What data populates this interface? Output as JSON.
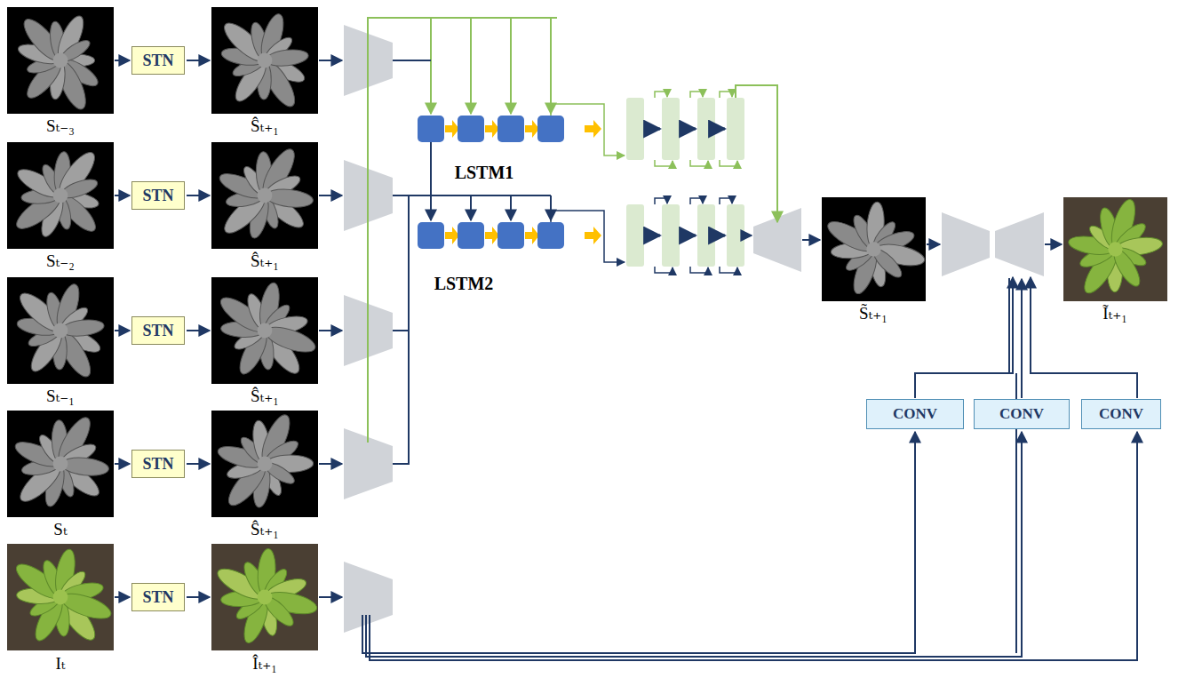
{
  "diagram": {
    "nodes": [
      {
        "text": [
          "STN"
        ]
      },
      {
        "text": [
          "STN"
        ]
      },
      {
        "text": [
          "STN"
        ]
      },
      {
        "text": [
          "STN"
        ]
      },
      {
        "text": [
          "STN"
        ]
      },
      {
        "text": [
          "CONV"
        ]
      },
      {
        "text": [
          "CONV"
        ]
      },
      {
        "text": [
          "CONV"
        ]
      }
    ],
    "labels": [
      "Sₜ₋₃",
      "Ŝₜ₊₁",
      "Sₜ₋₂",
      "Ŝₜ₊₁",
      "Sₜ₋₁",
      "Ŝₜ₊₁",
      "Sₜ",
      "Ŝₜ₊₁",
      "Iₜ",
      "Îₜ₊₁",
      "LSTM1",
      "LSTM2",
      "S̃ₜ₊₁",
      "Ĩₜ₊₁"
    ]
  }
}
